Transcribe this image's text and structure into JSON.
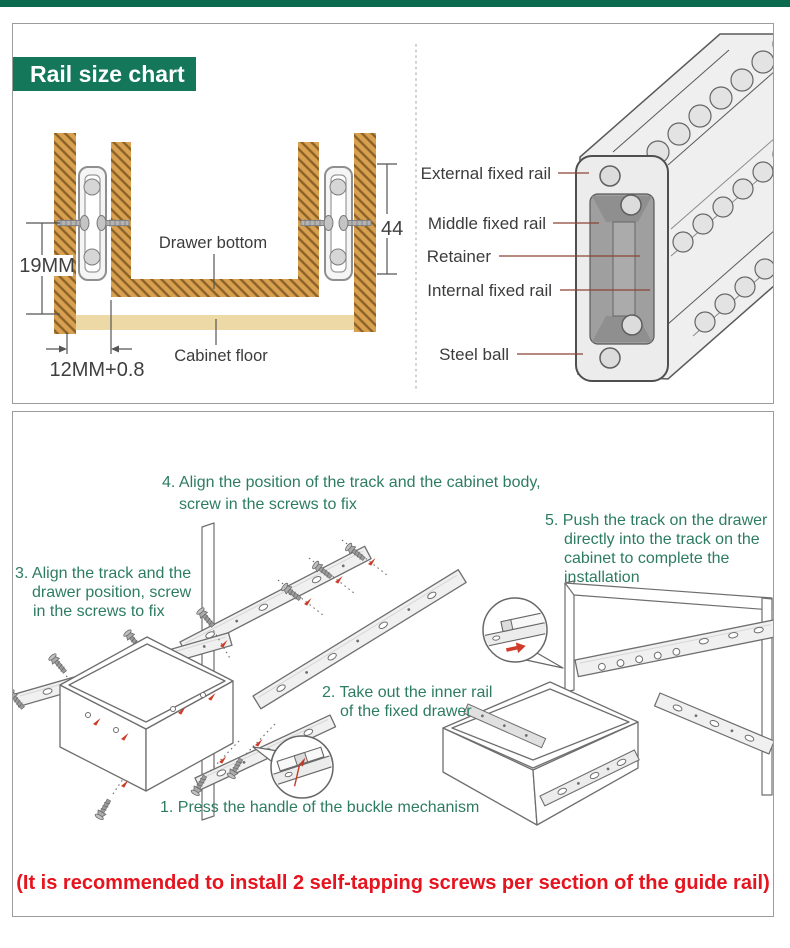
{
  "page": {
    "accent_bar_color": "#0c6a4e",
    "badge_color": "#15775a",
    "step_text_color": "#2d7c62",
    "note_color": "#e5141e",
    "pointer_line_color": "#8c4536",
    "wood_color": "#d9a050",
    "floor_color": "#ecd9a6"
  },
  "rail_chart": {
    "title": "Rail size chart",
    "dimensions": {
      "side_clearance": "19MM",
      "rail_gap": "12MM+0.8",
      "rail_height": "44"
    },
    "labels": {
      "drawer_bottom": "Drawer bottom",
      "cabinet_floor": "Cabinet floor"
    },
    "parts": {
      "external": "External fixed rail",
      "middle": "Middle fixed rail",
      "retainer": "Retainer",
      "internal": "Internal fixed rail",
      "steel_ball": "Steel ball"
    }
  },
  "installation": {
    "steps": {
      "s1": {
        "l1": "1. Press the handle of the buckle mechanism"
      },
      "s2": {
        "l1": "2. Take out the inner rail",
        "l2": "of the fixed drawer"
      },
      "s3": {
        "l1": "3. Align the track and the",
        "l2": "drawer position, screw",
        "l3": "in the screws to fix"
      },
      "s4": {
        "l1": "4. Align the position of the track and the cabinet body,",
        "l2": "screw in the screws to fix"
      },
      "s5": {
        "l1": "5. Push the track on the drawer",
        "l2": "directly into the track on the",
        "l3": "cabinet to complete the",
        "l4": "installation"
      }
    },
    "note": "(It is recommended to install 2 self-tapping screws per section of the guide rail)"
  }
}
